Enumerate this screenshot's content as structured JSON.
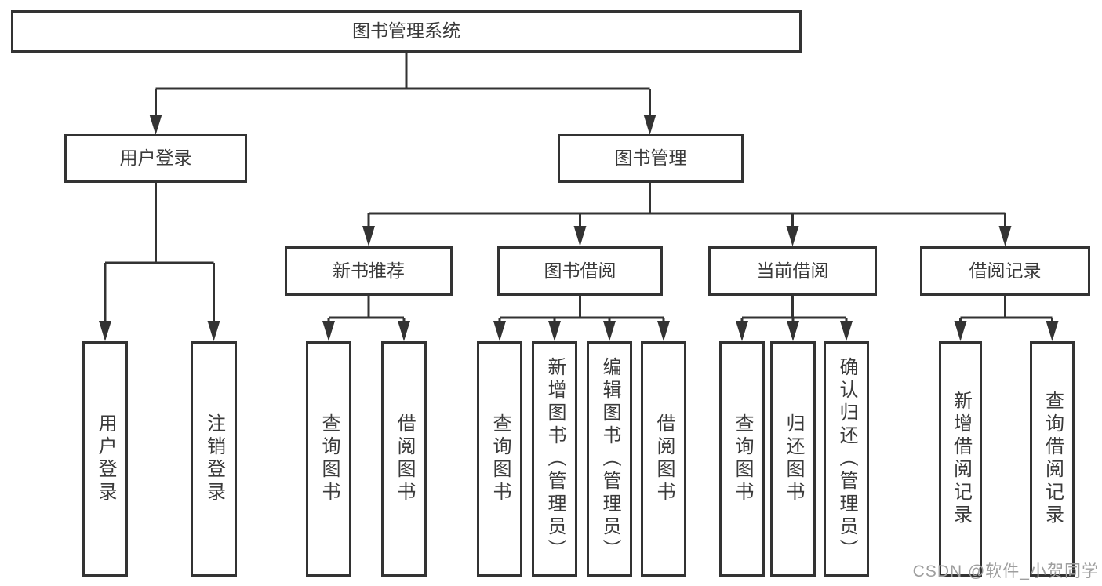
{
  "colors": {
    "line": "#333333",
    "box_border": "#333333",
    "box_background": "#ffffff",
    "text": "#3a3a3a",
    "watermark": "#9e9e9e",
    "page_background": "#ffffff"
  },
  "watermark": {
    "text": "CSDN @软件_小贺同学"
  },
  "tree": {
    "root": {
      "label": "图书管理系统"
    },
    "branches": [
      {
        "label": "用户登录",
        "children": [
          {
            "label": "用户登录"
          },
          {
            "label": "注销登录"
          }
        ]
      },
      {
        "label": "图书管理",
        "children": [
          {
            "label": "新书推荐",
            "children": [
              {
                "label": "查询图书"
              },
              {
                "label": "借阅图书"
              }
            ]
          },
          {
            "label": "图书借阅",
            "children": [
              {
                "label": "查询图书"
              },
              {
                "label": "新增图书（管理员）"
              },
              {
                "label": "编辑图书（管理员）"
              },
              {
                "label": "借阅图书"
              }
            ]
          },
          {
            "label": "当前借阅",
            "children": [
              {
                "label": "查询图书"
              },
              {
                "label": "归还图书"
              },
              {
                "label": "确认归还（管理员）"
              }
            ]
          },
          {
            "label": "借阅记录",
            "children": [
              {
                "label": "新增借阅记录"
              },
              {
                "label": "查询借阅记录"
              }
            ]
          }
        ]
      }
    ]
  }
}
